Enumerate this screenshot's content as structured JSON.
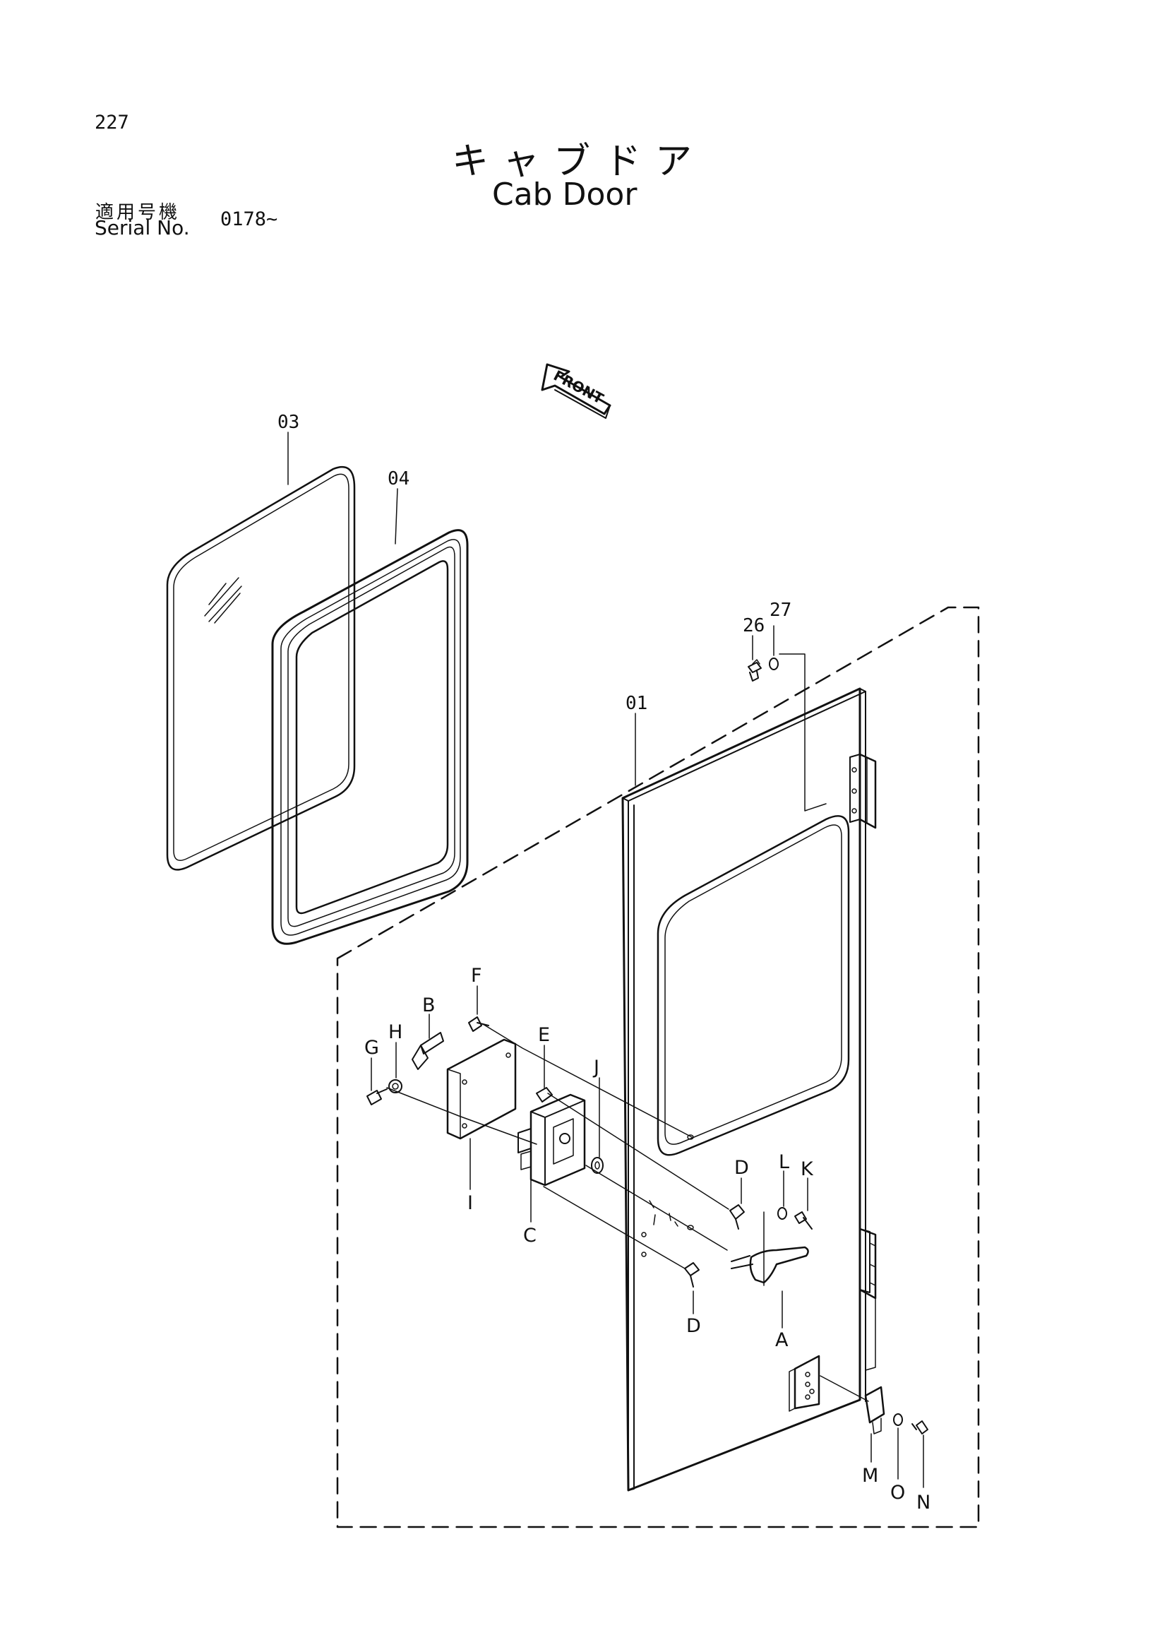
{
  "header": {
    "page_number": "227",
    "title_jp": "キャブドア",
    "title_en": "Cab Door",
    "serial_label_jp": "適用号機",
    "serial_label_en": "Serial No.",
    "serial_value": "0178~"
  },
  "diagram": {
    "front_arrow_label": "FRONT",
    "callouts": {
      "c01": "01",
      "c03": "03",
      "c04": "04",
      "c26": "26",
      "c27": "27",
      "A": "A",
      "B": "B",
      "C": "C",
      "D1": "D",
      "D2": "D",
      "E": "E",
      "F": "F",
      "G": "G",
      "H": "H",
      "I": "I",
      "J": "J",
      "K": "K",
      "L": "L",
      "M": "M",
      "N": "N",
      "O": "O"
    }
  }
}
